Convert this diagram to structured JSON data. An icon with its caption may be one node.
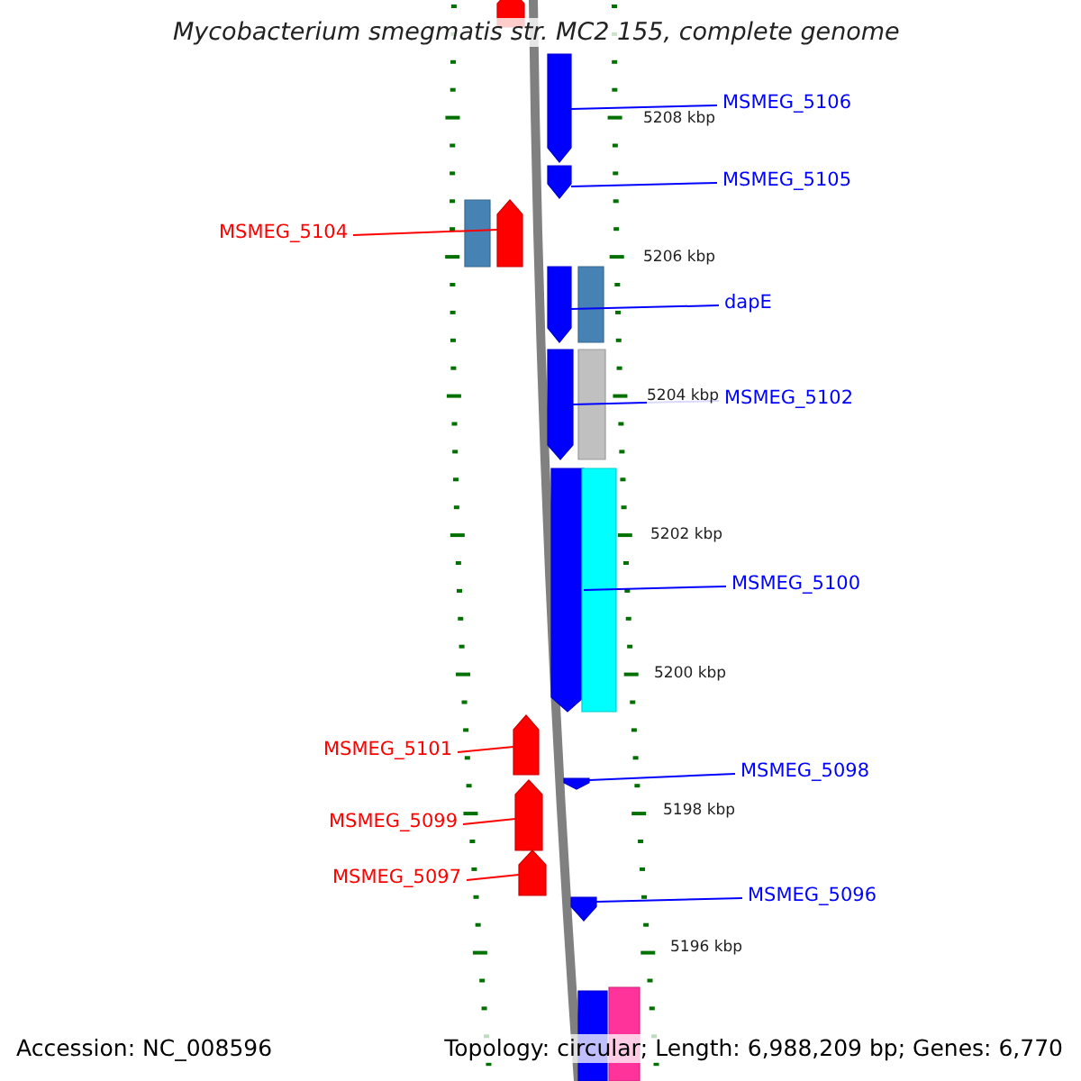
{
  "diagram": {
    "title": "Mycobacterium smegmatis str. MC2 155, complete genome",
    "nodes": [
      {
        "text": [],
        "shape": "pentagon"
      },
      {
        "text": [
          "MSMEG_5106"
        ]
      },
      {
        "text": [],
        "shape": "pentagon"
      },
      {
        "text": [
          "MSMEG_5105"
        ]
      },
      {
        "text": [],
        "shape": "pentagon"
      },
      {
        "text": [
          "MSMEG_5104"
        ]
      },
      {
        "text": [],
        "shape": "bar"
      },
      {
        "text": [],
        "shape": "pentagon"
      },
      {
        "text": [
          "dapE"
        ]
      },
      {
        "text": [],
        "shape": "pentagon"
      },
      {
        "text": [],
        "shape": "bar"
      },
      {
        "text": [
          "MSMEG_5102"
        ]
      },
      {
        "text": [],
        "shape": "pentagon"
      },
      {
        "text": [],
        "shape": "bar"
      },
      {
        "text": [
          "MSMEG_5100"
        ]
      },
      {
        "text": [],
        "shape": "pentagon"
      },
      {
        "text": [],
        "shape": "bar"
      },
      {
        "text": [
          "MSMEG_5101"
        ]
      },
      {
        "text": [],
        "shape": "pentagon"
      },
      {
        "text": [
          "MSMEG_5098"
        ]
      },
      {
        "text": [],
        "shape": "pentagon"
      },
      {
        "text": [
          "MSMEG_5099"
        ]
      },
      {
        "text": [],
        "shape": "pentagon"
      },
      {
        "text": [
          "MSMEG_5097"
        ]
      },
      {
        "text": [],
        "shape": "pentagon"
      },
      {
        "text": [
          "MSMEG_5096"
        ]
      },
      {
        "text": [],
        "shape": "pentagon"
      },
      {
        "text": [],
        "shape": "bar"
      },
      {
        "text": [],
        "shape": "bar"
      }
    ],
    "edges": [
      {
        "from": 1,
        "to": 2,
        "arrow": "none"
      },
      {
        "from": 3,
        "to": 4,
        "arrow": "none"
      },
      {
        "from": 5,
        "to": 7,
        "arrow": "none",
        "color": "#ff0000"
      },
      {
        "from": 8,
        "to": 9,
        "arrow": "none"
      },
      {
        "from": 11,
        "to": 12,
        "arrow": "none"
      },
      {
        "from": 14,
        "to": 15,
        "arrow": "none"
      },
      {
        "from": 17,
        "to": 18,
        "arrow": "none",
        "color": "#ff0000"
      },
      {
        "from": 19,
        "to": 20,
        "arrow": "none"
      },
      {
        "from": 21,
        "to": 22,
        "arrow": "none",
        "color": "#ff0000"
      },
      {
        "from": 23,
        "to": 24,
        "arrow": "none",
        "color": "#ff0000"
      },
      {
        "from": 25,
        "to": 26,
        "arrow": "none"
      }
    ],
    "labels": [
      "5208 kbp",
      "5206 kbp",
      "5204 kbp",
      "5202 kbp",
      "5200 kbp",
      "5198 kbp",
      "5196 kbp",
      "Accession: NC_008596",
      "Topology: circular; Length: 6,988,209 bp; Genes: 6,770"
    ]
  }
}
